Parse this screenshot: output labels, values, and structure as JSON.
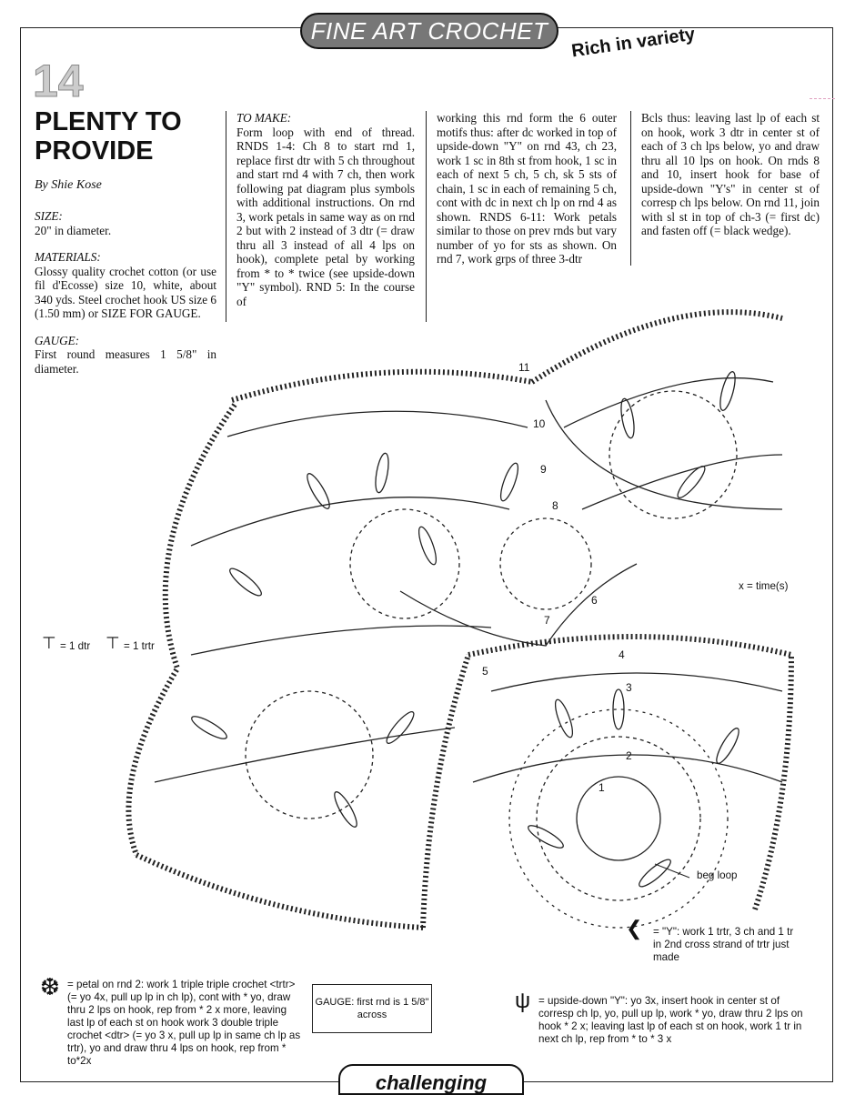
{
  "header": {
    "banner": "FINE ART CROCHET",
    "tagline": "Rich in variety",
    "page_number": "14"
  },
  "article": {
    "title": "PLENTY TO PROVIDE",
    "byline": "By Shie Kose",
    "size_label": "SIZE:",
    "size_text": "20\" in diameter.",
    "materials_label": "MATERIALS:",
    "materials_text": "Glossy quality crochet cotton (or use fil d'Ecosse) size 10, white, about 340 yds. Steel crochet hook US size 6 (1.50 mm) or SIZE FOR GAUGE.",
    "gauge_label": "GAUGE:",
    "gauge_text": "First round measures 1 5/8\" in diameter.",
    "to_make_label": "TO MAKE:",
    "col2_text": "Form loop with end of thread. RNDS 1-4: Ch 8 to start rnd 1, replace first dtr with 5 ch throughout and start rnd 4 with 7 ch, then work following pat diagram plus symbols with additional instructions. On rnd 3, work petals in same way as on rnd 2 but with 2 instead of 3 dtr (= draw thru all 3 instead of all 4 lps on hook), complete petal by working from * to * twice (see upside-down \"Y\" symbol). RND 5: In the course of",
    "col3_text": "working this rnd form the 6 outer motifs thus: after dc worked in top of upside-down \"Y\" on rnd 43, ch 23, work 1 sc in 8th st from hook, 1 sc in each of next 5 ch, 5 ch, sk 5 sts of chain, 1 sc in each of remaining 5 ch, cont with dc in next ch lp on rnd 4 as shown. RNDS 6-11: Work petals similar to those on prev rnds but vary number of yo for sts as shown. On rnd 7, work grps of three 3-dtr",
    "col4_text": "Bcls thus: leaving last lp of each st on hook, work 3 dtr in center st of each of 3 ch lps below, yo and draw thru all 10 lps on hook. On rnds 8 and 10, insert hook for base of upside-down \"Y's\" in center st of corresp ch lps below. On rnd 11, join with sl st in top of ch-3 (= first dc) and fasten off (= black wedge)."
  },
  "diagram": {
    "times_label": "x = time(s)",
    "dtr_label": "= 1 dtr",
    "trtr_label": "= 1 trtr",
    "beg_loop": "beg loop",
    "round_numbers": [
      "10",
      "9",
      "8",
      "7",
      "6",
      "5",
      "4",
      "3",
      "2",
      "1",
      "11"
    ]
  },
  "legend": {
    "y_symbol": "= \"Y\": work 1 trtr, 3 ch and 1 tr in 2nd cross strand of trtr just made",
    "petal": "= petal on rnd 2: work 1 triple triple crochet <trtr> (= yo 4x, pull up lp in ch lp), cont with * yo, draw thru 2 lps on hook, rep from * 2 x more, leaving last lp of each st on hook work 3 double triple crochet <dtr> (= yo 3 x, pull up lp in same ch lp as trtr), yo and draw thru 4 lps on hook, rep from * to*2x",
    "gauge_box": "GAUGE: first rnd is 1 5/8\" across",
    "upside_down_y": "= upside-down \"Y\": yo 3x, insert hook in center st of corresp ch lp, yo, pull up lp, work * yo, draw thru 2 lps on hook * 2 x; leaving last lp of each st on hook, work 1 tr in next ch lp, rep from * to * 3 x"
  },
  "footer": {
    "label": "challenging"
  }
}
